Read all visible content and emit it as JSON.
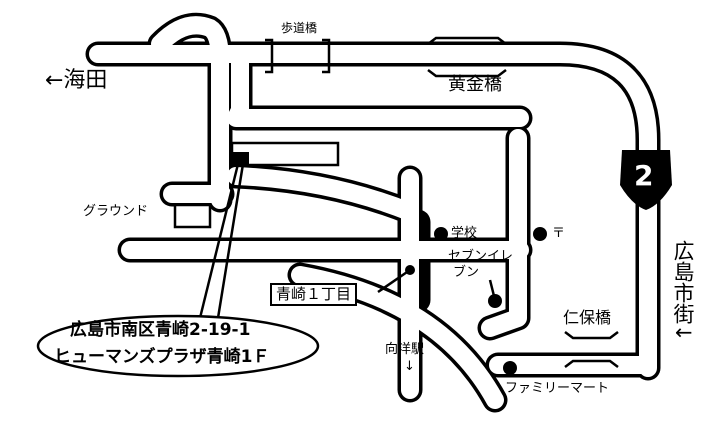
{
  "labels": {
    "footbridge": "歩道橋",
    "to_kaita": "←海田",
    "koganebashi": "黄金橋",
    "route_number": "2",
    "ground": "グラウンド",
    "school": "学校",
    "post_office": "〒",
    "seven_eleven_line1": "セブンイレ",
    "seven_eleven_line2": "ブン",
    "aosaki_1chome": "青崎１丁目",
    "to_city": "広島市街↓",
    "nihobashi": "仁保橋",
    "mukainada_station": "向洋駅",
    "station_arrow": "↓",
    "familymart": "ファミリーマート"
  },
  "address": {
    "line1": "広島市南区青崎2-19-1",
    "line2": "ヒューマンズプラザ青崎1Ｆ"
  }
}
